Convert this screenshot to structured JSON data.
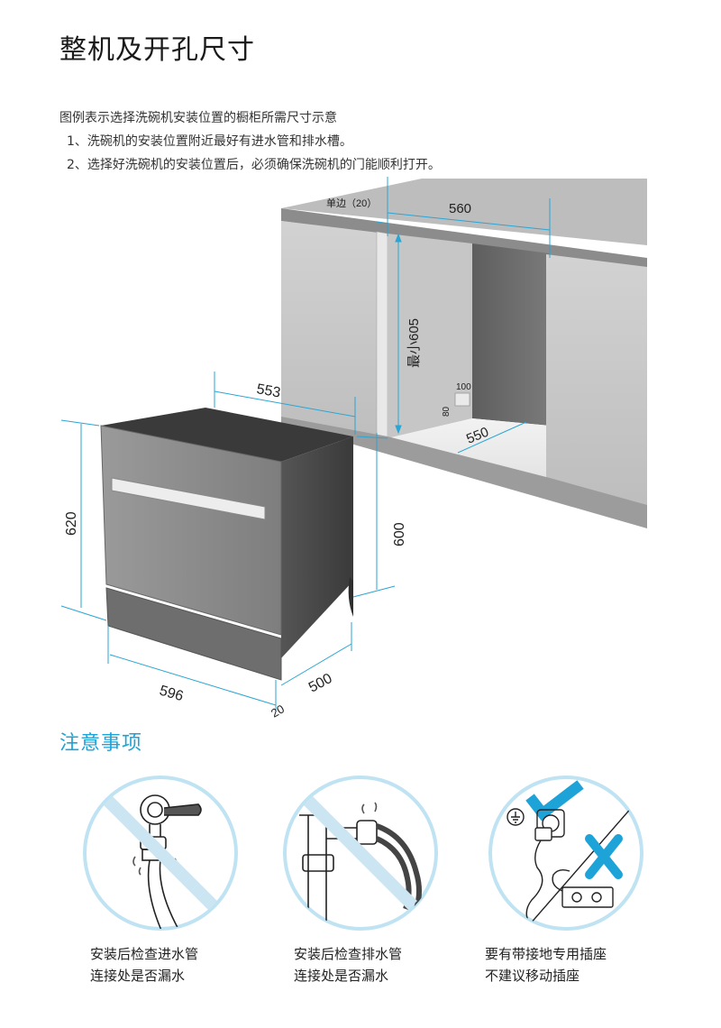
{
  "title": "整机及开孔尺寸",
  "description": {
    "intro": "图例表示选择洗碗机安装位置的橱柜所需尺寸示意",
    "notes": [
      "1、洗碗机的安装位置附近最好有进水管和排水槽。",
      "2、选择好洗碗机的安装位置后，必须确保洗碗机的门能顺利打开。"
    ]
  },
  "dimensions": {
    "single_side": "单边（20）",
    "opening_width": "560",
    "opening_height": "最小605",
    "opening_depth": "550",
    "socket_width": "100",
    "socket_height": "80",
    "machine_depth_top": "553",
    "machine_height_front": "620",
    "machine_height_side": "600",
    "machine_width": "596",
    "machine_depth": "500",
    "door_thickness": "20"
  },
  "precautions": {
    "heading": "注意事项",
    "items": [
      {
        "line1": "安装后检查进水管",
        "line2": "连接处是否漏水",
        "icon": "water-inlet-leak-icon"
      },
      {
        "line1": "安装后检查排水管",
        "line2": "连接处是否漏水",
        "icon": "drain-pipe-leak-icon"
      },
      {
        "line1": "要有带接地专用插座",
        "line2": "不建议移动插座",
        "icon": "grounded-socket-icon"
      }
    ]
  },
  "colors": {
    "accent": "#1ea3d8",
    "dimension_line": "#2aa5d4",
    "cabinet": "#c8c8c8",
    "cavity": "#6b6b6b",
    "machine_dark": "#4a4a4a"
  }
}
